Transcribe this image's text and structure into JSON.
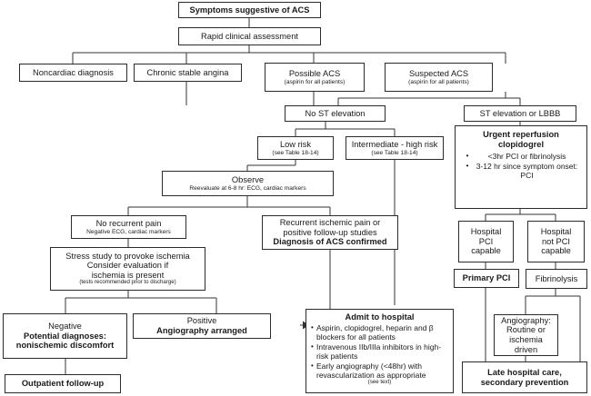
{
  "figure": {
    "type": "clinical-algorithm-flowchart",
    "title": "Acute Coronary Syndrome (ACS) evaluation and management algorithm",
    "colors": {
      "box_border": "#2b2b2b",
      "connector": "#333333",
      "background": "#ffffff",
      "text": "#1a1a1a"
    }
  },
  "nodes": {
    "symptoms": {
      "title": "Symptoms suggestive of ACS"
    },
    "rapid_assessment": {
      "title": "Rapid clinical assessment"
    },
    "noncardiac": {
      "title": "Noncardiac diagnosis"
    },
    "chronic_angina": {
      "title": "Chronic stable angina"
    },
    "possible_acs": {
      "title": "Possible ACS",
      "sub": "(aspirin for all patients)"
    },
    "suspected_acs": {
      "title": "Suspected ACS",
      "sub": "(aspirin for all patients)"
    },
    "no_st_elevation": {
      "title": "No ST elevation"
    },
    "st_elevation": {
      "title": "ST elevation or LBBB"
    },
    "low_risk": {
      "title": "Low risk",
      "sub": "(see Table 18-14)"
    },
    "intermediate_high_risk": {
      "title": "Intermediate - high risk",
      "sub": "(see Table 18-14)"
    },
    "urgent_reperfusion": {
      "title_line1": "Urgent reperfusion",
      "title_line2": "clopidogrel",
      "bullets": [
        "<3hr PCI or fibrinolysis",
        "3-12 hr since symptom onset: PCI"
      ]
    },
    "observe": {
      "title": "Observe",
      "sub": "Reevaluate at 6-8 hr: ECG, cardiac markers"
    },
    "no_recurrent_pain": {
      "title": "No recurrent pain",
      "sub": "Negative ECG, cardiac markers"
    },
    "recurrent_ischemic": {
      "line1": "Recurrent ischemic  pain or",
      "line2": "positive follow-up studies",
      "line3_bold": "Diagnosis of  ACS confirmed"
    },
    "stress_study": {
      "line1": "Stress study to provoke ischemia",
      "line2": "Consider evaluation if",
      "line3": "ischemia is present",
      "note": "(tests recommended prior to discharge)"
    },
    "hospital_pci_capable": {
      "line1": "Hospital",
      "line2": "PCI",
      "line3": "capable"
    },
    "hospital_not_pci_capable": {
      "line1": "Hospital",
      "line2": "not PCI",
      "line3": "capable"
    },
    "primary_pci": {
      "title": "Primary PCI"
    },
    "fibrinolysis": {
      "title": "Fibrinolysis"
    },
    "negative": {
      "line1": "Negative",
      "line2_bold": "Potential diagnoses:",
      "line3_bold": "nonischemic discomfort"
    },
    "positive": {
      "line1": "Positive",
      "line2_bold": "Angiography arranged"
    },
    "admit_hospital": {
      "title": "Admit to hospital",
      "bullets": [
        "Aspirin, clopidogrel, heparin and β blockers for all patients",
        "Intravenous IIb/IIIa inhibitors in high-risk patients",
        "Early angiography (<48hr) with revascularization as appropriate"
      ],
      "note": "(see text)"
    },
    "angiography": {
      "line1": "Angiography:",
      "line2": "Routine or",
      "line3": "ischemia",
      "line4": "driven"
    },
    "late_hospital_care": {
      "line1": "Late hospital care,",
      "line2": "secondary prevention"
    },
    "outpatient_followup": {
      "title": "Outpatient follow-up"
    }
  }
}
